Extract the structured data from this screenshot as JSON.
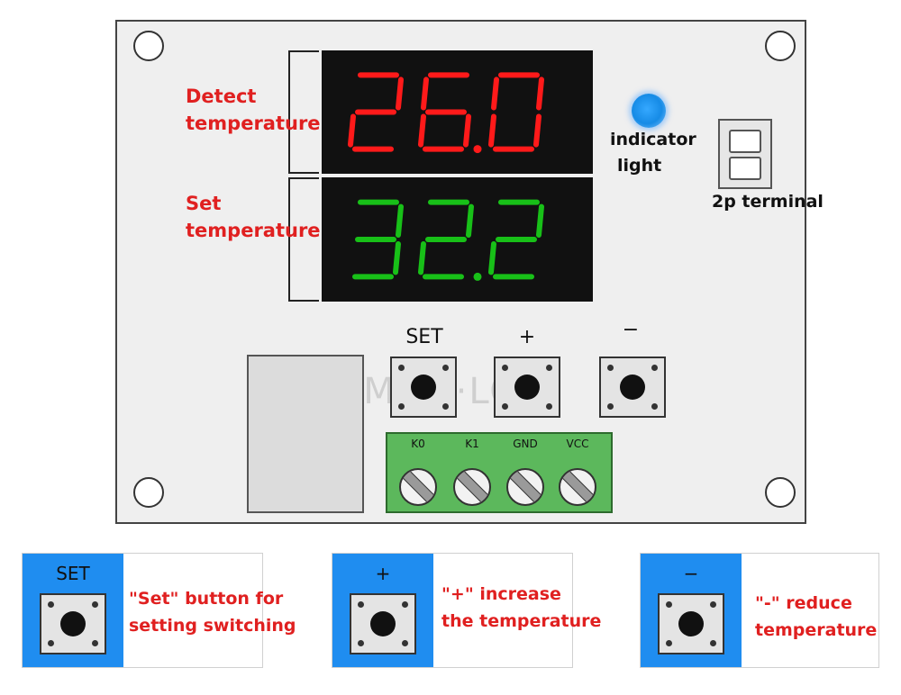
{
  "displays": {
    "detect": {
      "value": "26.0",
      "color": "#ff1a1a",
      "label_line1": "Detect",
      "label_line2": "temperature"
    },
    "set": {
      "value": "32.2",
      "color": "#18c018",
      "label_line1": "Set",
      "label_line2": "temperature"
    }
  },
  "indicator": {
    "line1": "indicator",
    "line2": "light",
    "color": "#1a8ce6"
  },
  "terminal_2p": {
    "label": "2p terminal"
  },
  "buttons": {
    "set": "SET",
    "plus": "+",
    "minus": "−"
  },
  "terminal_block": {
    "pins": [
      "K0",
      "K1",
      "GND",
      "VCC"
    ],
    "color": "#5cb85c"
  },
  "watermark": "EMMA·LOU",
  "legend": [
    {
      "key": "SET",
      "line1": "\"Set\" button for",
      "line2": "setting switching"
    },
    {
      "key": "+",
      "line1": "\"+\" increase",
      "line2": "the temperature"
    },
    {
      "key": "−",
      "line1": "\"-\" reduce",
      "line2": "temperature"
    }
  ],
  "colors": {
    "label_red": "#e02020",
    "card_blue": "#1f8df0"
  }
}
